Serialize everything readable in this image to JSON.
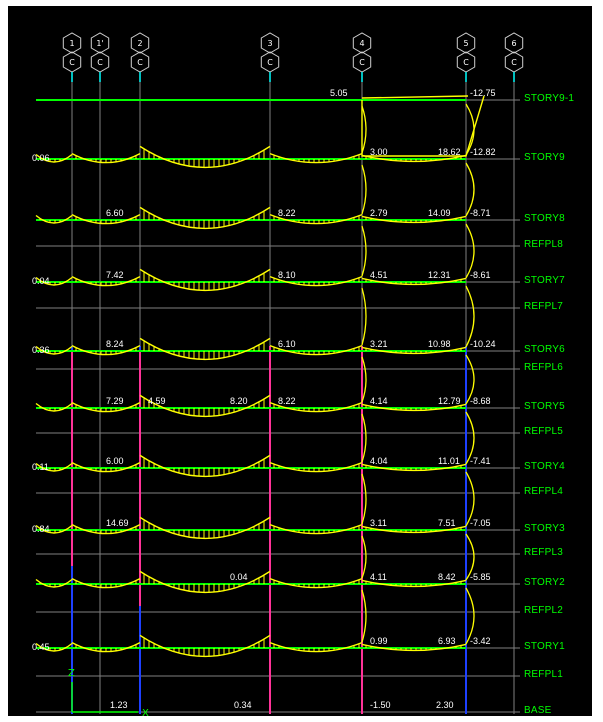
{
  "grid_lines": [
    {
      "id": "1",
      "support": "C"
    },
    {
      "id": "1'",
      "support": "C"
    },
    {
      "id": "2",
      "support": "C"
    },
    {
      "id": "3",
      "support": "C"
    },
    {
      "id": "4",
      "support": "C"
    },
    {
      "id": "5",
      "support": "C"
    },
    {
      "id": "6",
      "support": "C"
    }
  ],
  "stories": [
    {
      "name": "STORY9-1"
    },
    {
      "name": "STORY9"
    },
    {
      "name": "STORY8"
    },
    {
      "name": "REFPL8"
    },
    {
      "name": "STORY7"
    },
    {
      "name": "REFPL7"
    },
    {
      "name": "STORY6"
    },
    {
      "name": "REFPL6"
    },
    {
      "name": "STORY5"
    },
    {
      "name": "REFPL5"
    },
    {
      "name": "STORY4"
    },
    {
      "name": "REFPL4"
    },
    {
      "name": "STORY3"
    },
    {
      "name": "REFPL3"
    },
    {
      "name": "STORY2"
    },
    {
      "name": "REFPL2"
    },
    {
      "name": "STORY1"
    },
    {
      "name": "REFPL1"
    },
    {
      "name": "BASE"
    }
  ],
  "left_values": {
    "story9": "0.06",
    "story7": "0.04",
    "story6": "0.36",
    "story4": "0.11",
    "story3": "0.84",
    "story1": "0.45"
  },
  "moments": {
    "s9_1_mid": "5.05",
    "s9_1_right": "-12.75",
    "s9_right": "-12.82",
    "s9_a": "3.00",
    "s9_b": "18.62",
    "s8_a": "6.60",
    "s8_b": "8.22",
    "s8_c": "2.79",
    "s8_d": "14.09",
    "s8_right": "-8.71",
    "s7_a": "7.42",
    "s7_b": "8.10",
    "s7_c": "4.51",
    "s7_d": "12.31",
    "s7_right": "-8.61",
    "s6_a": "8.24",
    "s6_b": "6.10",
    "s6_c": "3.21",
    "s6_d": "10.98",
    "s6_right": "-10.24",
    "s5_a": "7.29",
    "s5_b": "4.59",
    "s5_c": "8.20",
    "s5_d": "8.22",
    "s5_e": "4.14",
    "s5_f": "12.79",
    "s5_right": "-8.68",
    "s4_a": "6.00",
    "s4_b": "4.04",
    "s4_c": "11.01",
    "s4_right": "-7.41",
    "s3_a": "14.69",
    "s3_b": "3.11",
    "s3_c": "7.51",
    "s3_right": "-7.05",
    "s2_a": "0.04",
    "s2_b": "4.11",
    "s2_c": "8.42",
    "s2_right": "-5.85",
    "s1_a": "0.99",
    "s1_b": "6.93",
    "s1_right": "-3.42",
    "base_a": "1.23",
    "base_b": "0.34",
    "base_c": "-1.50",
    "base_d": "2.30"
  },
  "axis": {
    "z": "Z",
    "x": "X"
  },
  "colors": {
    "background": "#000000",
    "diagram": "#ffff00",
    "beam": "#00ff00",
    "grid": "#7f7f7f",
    "column_pink": "#ff3399",
    "column_blue": "#1e40ff",
    "label": "#00ff00"
  }
}
